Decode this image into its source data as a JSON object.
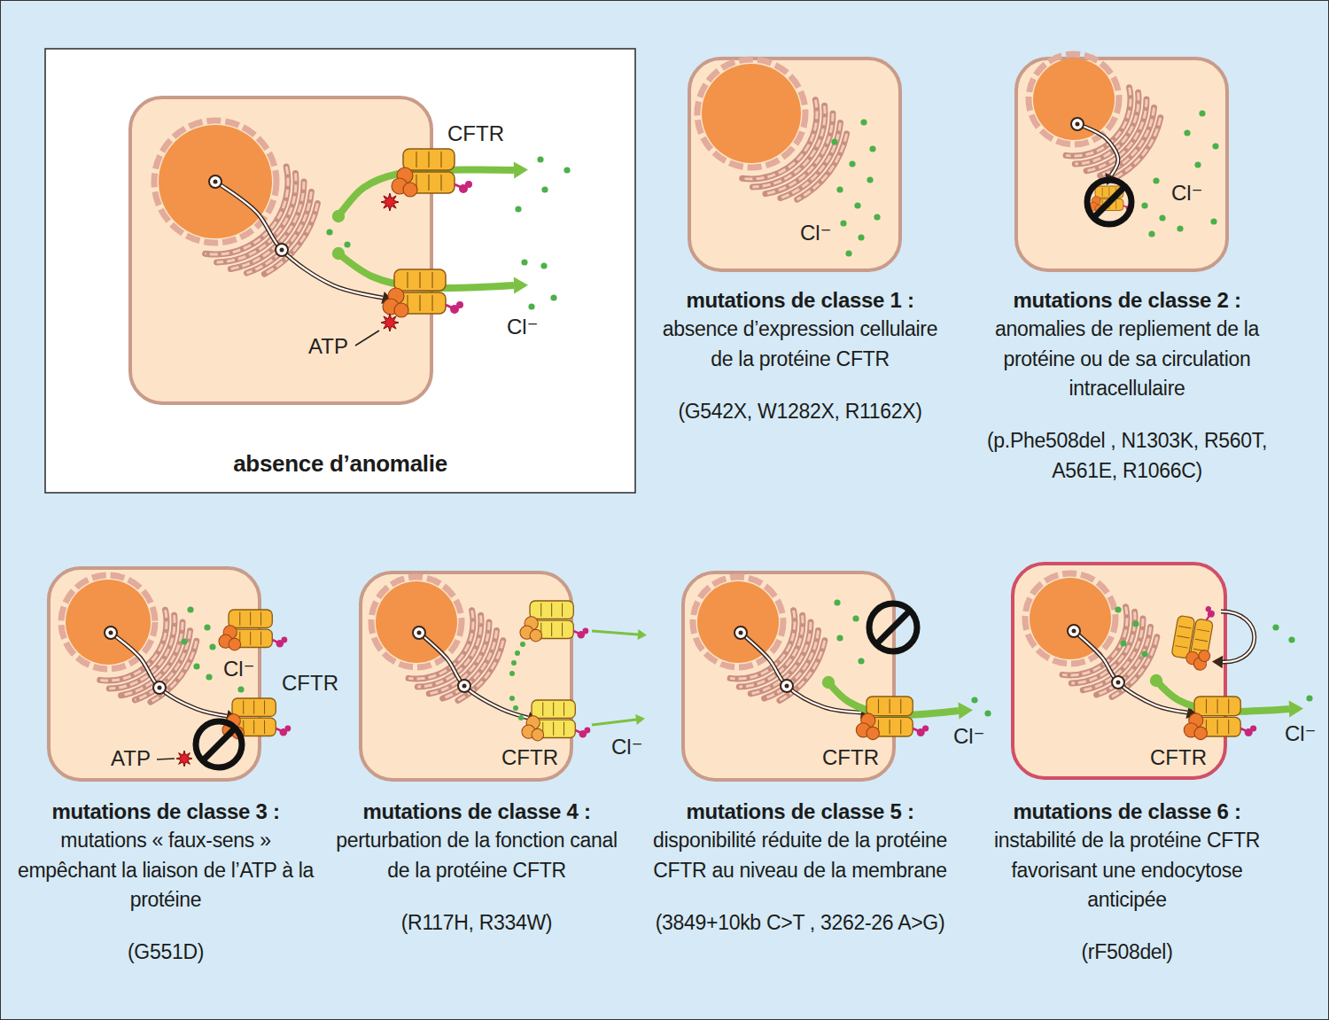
{
  "diagram": {
    "nodes": [
      {
        "text": [
          "absence d’anomalie"
        ]
      },
      {
        "text": [
          "mutations de classe 1 :",
          "absence d’expression cellulaire de la protéine CFTR",
          "(G542X, W1282X, R1162X)"
        ]
      },
      {
        "text": [
          "mutations de classe 2 :",
          "anomalies de repliement de la protéine ou de sa circulation intracellulaire",
          "(p.Phe508del , N1303K, R560T, A561E, R1066C)"
        ]
      },
      {
        "text": [
          "mutations de classe 3 :",
          "mutations « faux-sens » empêchant la liaison de l’ATP à la protéine",
          "(G551D)"
        ]
      },
      {
        "text": [
          "mutations de classe 4 :",
          "perturbation de la fonction canal de la protéine CFTR",
          "(R117H, R334W)"
        ]
      },
      {
        "text": [
          "mutations de classe 5 :",
          "disponibilité réduite de la protéine CFTR au niveau de la membrane",
          "(3849+10kb C>T , 3262-26 A>G)"
        ]
      },
      {
        "text": [
          "mutations de classe 6 :",
          "instabilité de la protéine CFTR favorisant une endocytose anticipée",
          "(rF508del)"
        ]
      }
    ],
    "labels": [
      "CFTR",
      "ATP",
      "Cl⁻",
      "Cl⁻",
      "Cl⁻",
      "Cl⁻",
      "CFTR",
      "ATP",
      "CFTR",
      "Cl⁻",
      "CFTR",
      "Cl⁻",
      "CFTR",
      "Cl⁻"
    ]
  }
}
